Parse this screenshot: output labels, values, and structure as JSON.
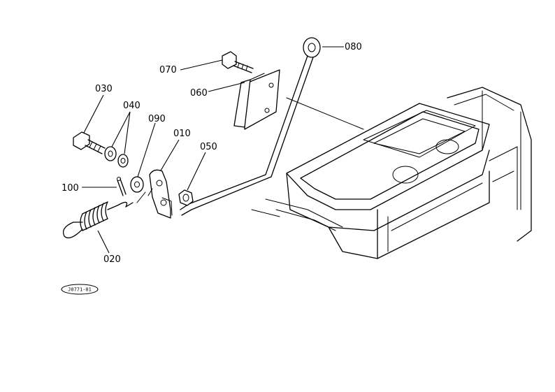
{
  "parts": [
    {
      "id": "p010",
      "label": "010"
    },
    {
      "id": "p020",
      "label": "020"
    },
    {
      "id": "p030",
      "label": "030"
    },
    {
      "id": "p040",
      "label": "040"
    },
    {
      "id": "p050",
      "label": "050"
    },
    {
      "id": "p060",
      "label": "060"
    },
    {
      "id": "p070",
      "label": "070"
    },
    {
      "id": "p080",
      "label": "080"
    },
    {
      "id": "p090",
      "label": "090"
    },
    {
      "id": "p100",
      "label": "100"
    }
  ],
  "drawing_code": "J0771-01"
}
